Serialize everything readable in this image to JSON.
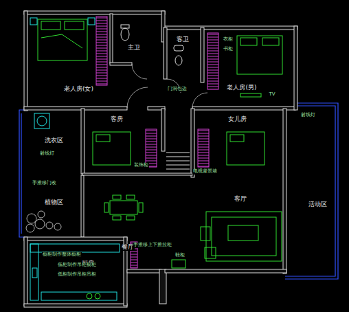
{
  "diagram": {
    "nodes": [
      {
        "text": [
          "老人房(女)"
        ]
      },
      {
        "text": [
          "主卫"
        ]
      },
      {
        "text": [
          "客卫"
        ]
      },
      {
        "text": [
          "老人房(男)"
        ]
      },
      {
        "text": [
          "洗衣区"
        ]
      },
      {
        "text": [
          "客房"
        ]
      },
      {
        "text": [
          "女儿房"
        ]
      },
      {
        "text": [
          "植物区"
        ]
      },
      {
        "text": [
          "餐厅"
        ]
      },
      {
        "text": [
          "客厅"
        ]
      },
      {
        "text": [
          "活动区"
        ]
      },
      {
        "text": [
          "厨房"
        ]
      }
    ],
    "labels": [
      "衣柜",
      "书柜",
      "门洞包边",
      "TV",
      "射线灯",
      "射线灯",
      "手推移门改",
      "装饰柜",
      "电视背景墙",
      "手推移上下推拉柜",
      "鞋柜",
      "橱柜制作整体橱柜",
      "低柜制作吊柜橱柜",
      "低柜制作吊柜吊柜"
    ]
  }
}
